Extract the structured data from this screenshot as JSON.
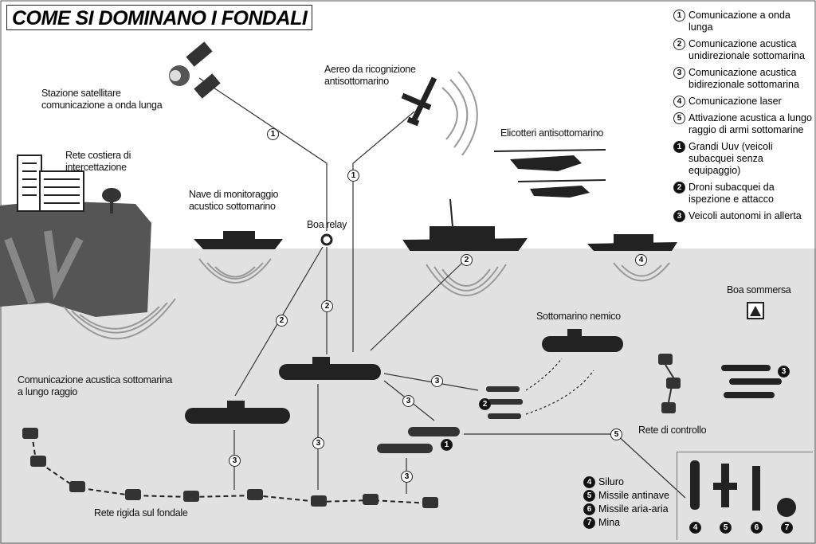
{
  "title": "COME SI DOMINANO I FONDALI",
  "legend": [
    {
      "marker": "1",
      "style": "outlined",
      "text": "Comunicazione a onda lunga"
    },
    {
      "marker": "2",
      "style": "outlined",
      "text": "Comunicazione acustica unidirezionale sottomarina"
    },
    {
      "marker": "3",
      "style": "outlined",
      "text": "Comunicazione acustica bidirezionale sottomarina"
    },
    {
      "marker": "4",
      "style": "outlined",
      "text": "Comunicazione laser"
    },
    {
      "marker": "5",
      "style": "outlined",
      "text": "Attivazione acustica a lungo raggio di armi sottomarine"
    },
    {
      "marker": "1",
      "style": "filled",
      "text": "Grandi Uuv (veicoli subacquei senza equipaggio)"
    },
    {
      "marker": "2",
      "style": "filled",
      "text": "Droni subacquei da ispezione e attacco"
    },
    {
      "marker": "3",
      "style": "filled",
      "text": "Veicoli autonomi in allerta"
    }
  ],
  "labels": {
    "satellite": "Stazione satellitare comunicazione a onda lunga",
    "aircraft": "Aereo da ricognizione antisottomarino",
    "helicopters": "Elicotteri antisottomarino",
    "coastal": "Rete costiera di intercettazione",
    "monitor_ship": "Nave di monitoraggio acustico sottomarino",
    "relay_buoy": "Boa relay",
    "submerged_buoy": "Boa sommersa",
    "enemy_sub": "Sottomarino nemico",
    "long_range": "Comunicazione acustica sottomarina a lungo raggio",
    "control_net": "Rete di controllo",
    "seabed_net": "Rete rigida sul fondale"
  },
  "weapons": [
    {
      "marker": "4",
      "text": "Siluro"
    },
    {
      "marker": "5",
      "text": "Missile antinave"
    },
    {
      "marker": "6",
      "text": "Missile aria-aria"
    },
    {
      "marker": "7",
      "text": "Mina"
    }
  ],
  "diagram_markers": [
    {
      "n": "1",
      "style": "outlined"
    },
    {
      "n": "1",
      "style": "outlined"
    },
    {
      "n": "2",
      "style": "outlined"
    },
    {
      "n": "2",
      "style": "outlined"
    },
    {
      "n": "2",
      "style": "outlined"
    },
    {
      "n": "4",
      "style": "outlined"
    },
    {
      "n": "3",
      "style": "outlined"
    },
    {
      "n": "3",
      "style": "outlined"
    },
    {
      "n": "3",
      "style": "outlined"
    },
    {
      "n": "3",
      "style": "outlined"
    },
    {
      "n": "3",
      "style": "outlined"
    },
    {
      "n": "5",
      "style": "outlined"
    },
    {
      "n": "1",
      "style": "filled"
    },
    {
      "n": "2",
      "style": "filled"
    },
    {
      "n": "3",
      "style": "filled"
    }
  ],
  "colors": {
    "sea": "#e1e1e1",
    "sky": "#ffffff",
    "ink": "#1a1a1a"
  }
}
